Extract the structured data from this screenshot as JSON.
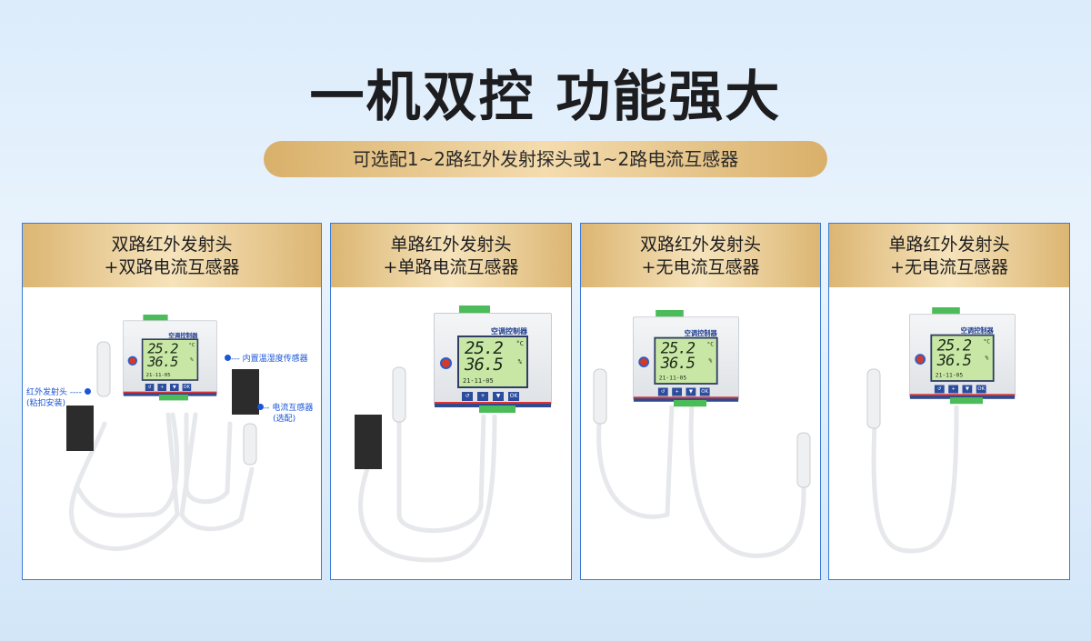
{
  "title": "一机双控 功能强大",
  "subtitle": "可选配1~2路红外发射探头或1~2路电流互感器",
  "colors": {
    "accent_blue": "#3a7bd5",
    "gold": "#dcb673",
    "lcd": "#c9e7a4"
  },
  "device": {
    "name": "空调控制器",
    "temp": "25.2",
    "temp_unit": "°C",
    "hum": "36.5",
    "hum_unit": "%",
    "date": "21-11-05",
    "buttons": [
      "↺",
      "+",
      "▼",
      "OK"
    ]
  },
  "cards": [
    {
      "line1": "双路红外发射头",
      "line2": "+双路电流互感器",
      "callouts": {
        "sensor": "内置温湿度传感器",
        "ir": "红外发射头",
        "ir_note": "(粘扣安装)",
        "ct": "电流互感器",
        "ct_note": "(选配)"
      }
    },
    {
      "line1": "单路红外发射头",
      "line2": "+单路电流互感器"
    },
    {
      "line1": "双路红外发射头",
      "line2": "+无电流互感器"
    },
    {
      "line1": "单路红外发射头",
      "line2": "+无电流互感器"
    }
  ]
}
